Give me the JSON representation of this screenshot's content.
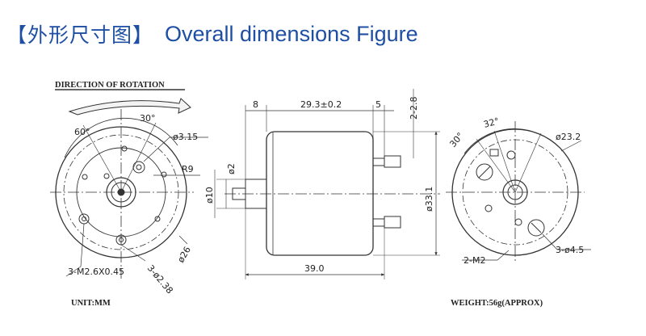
{
  "header": {
    "title_cn": "【外形尺寸图】",
    "title_en": "Overall dimensions Figure"
  },
  "colors": {
    "title": "#1f4fa3",
    "line": "#333333"
  },
  "left_view": {
    "heading": "DIRECTION OF ROTATION",
    "unit": "UNIT:MM",
    "angle_60": "60°",
    "angle_30": "30°",
    "dia_hole": "ø3.15",
    "radius": "R9",
    "dia_26": "ø26",
    "screws": "3-M2.6X0.45",
    "holes": "3-ø2.38"
  },
  "side_view": {
    "dim_8": "8",
    "dim_body": "29.3±0.2",
    "dim_5": "5",
    "dim_terminal": "2-2.8",
    "dia_shaft": "ø2",
    "dia_boss": "ø10",
    "dia_body": "ø33.1",
    "length": "39.0"
  },
  "right_view": {
    "angle_30": "30°",
    "angle_32": "32°",
    "dia_23": "ø23.2",
    "screws": "2-M2",
    "holes": "3-ø4.5",
    "weight": "WEIGHT:56g(APPROX)"
  }
}
